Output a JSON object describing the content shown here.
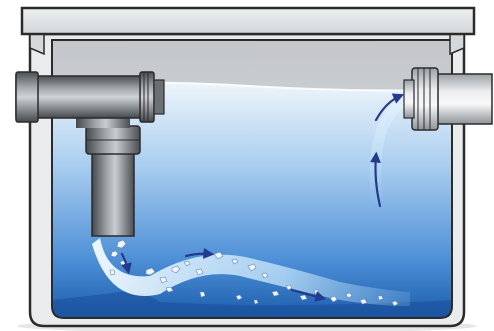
{
  "diagram": {
    "subject": "grease-interceptor-tank",
    "colors": {
      "background": "#ffffff",
      "tank_body": "#e6e8ea",
      "tank_outline": "#2b2b2b",
      "lid": "#e3e5e7",
      "water_top": "#e9f2fa",
      "water_mid": "#8fbde6",
      "water_bottom": "#1d5fb0",
      "pipe_dark": "#5b5f63",
      "pipe_light": "#c9cdd0",
      "arrow": "#243a8c",
      "flow_light": "#dff1fb",
      "debris": "#eef4fa"
    },
    "icons": [
      "inlet-tee-pipe",
      "outlet-fitting",
      "flow-arrow",
      "debris-particle"
    ]
  }
}
